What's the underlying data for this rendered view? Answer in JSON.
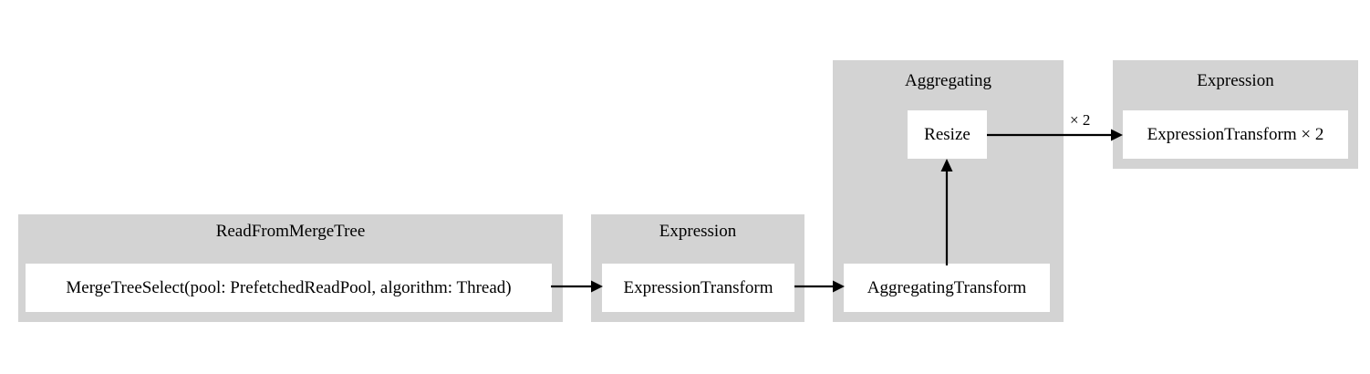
{
  "diagram": {
    "type": "pipeline-graph",
    "background": "#ffffff",
    "cluster_fill": "#d3d3d3",
    "node_fill": "#ffffff",
    "stroke": "#000000",
    "clusters": [
      {
        "id": "read-from-merge-tree",
        "title": "ReadFromMergeTree",
        "nodes": [
          {
            "id": "merge-tree-select",
            "label": "MergeTreeSelect(pool: PrefetchedReadPool, algorithm: Thread)"
          }
        ]
      },
      {
        "id": "expression-1",
        "title": "Expression",
        "nodes": [
          {
            "id": "expression-transform",
            "label": "ExpressionTransform"
          }
        ]
      },
      {
        "id": "aggregating",
        "title": "Aggregating",
        "nodes": [
          {
            "id": "resize",
            "label": "Resize"
          },
          {
            "id": "aggregating-transform",
            "label": "AggregatingTransform"
          }
        ]
      },
      {
        "id": "expression-2",
        "title": "Expression",
        "nodes": [
          {
            "id": "expression-transform-x2",
            "label": "ExpressionTransform × 2"
          }
        ]
      }
    ],
    "edges": [
      {
        "id": "merge-tree-select-to-expression-transform",
        "from": "merge-tree-select",
        "to": "expression-transform",
        "label": ""
      },
      {
        "id": "expression-transform-to-aggregating-transform",
        "from": "expression-transform",
        "to": "aggregating-transform",
        "label": ""
      },
      {
        "id": "aggregating-transform-to-resize",
        "from": "aggregating-transform",
        "to": "resize",
        "label": ""
      },
      {
        "id": "resize-to-expression-transform-x2",
        "from": "resize",
        "to": "expression-transform-x2",
        "label": "× 2"
      }
    ]
  }
}
